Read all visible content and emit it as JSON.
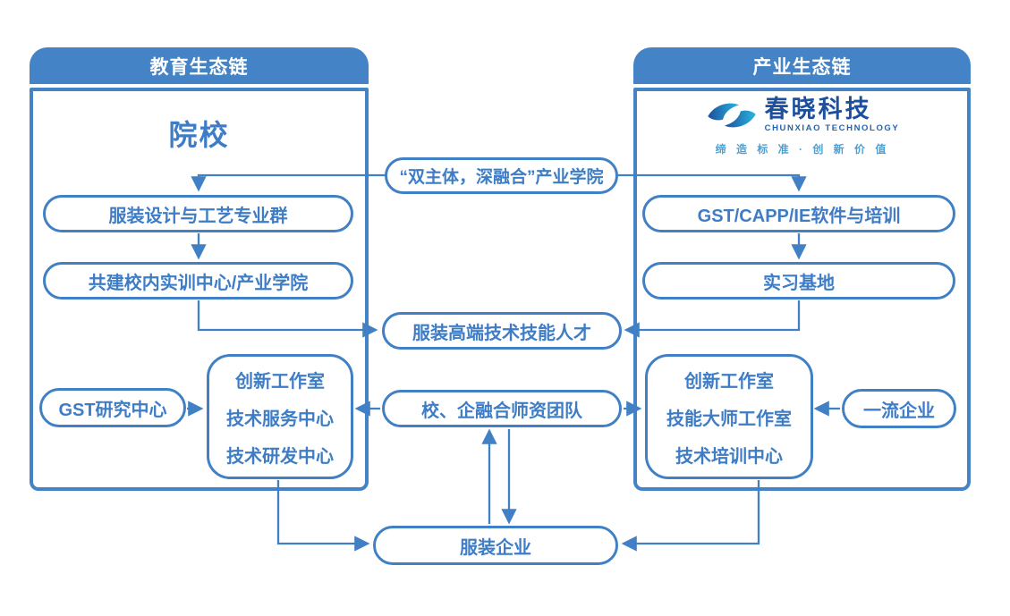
{
  "colors": {
    "primary_blue": "#4383C6",
    "stroke_blue": "#4180C4",
    "text_blue": "#3E7DC6",
    "logo_dark_blue": "#1C4F9E",
    "logo_cyan": "#2BB5DE",
    "logo_en_blue": "#2563AE",
    "slogan_blue": "#4FA0D1"
  },
  "left_panel": {
    "header": "教育生态链",
    "title": "院校",
    "box_major_group": "服装设计与工艺专业群",
    "box_training_center": "共建校内实训中心/产业学院",
    "box_gst_research": "GST研究中心",
    "box_centers": {
      "line1": "创新工作室",
      "line2": "技术服务中心",
      "line3": "技术研发中心"
    }
  },
  "right_panel": {
    "header": "产业生态链",
    "logo": {
      "name": "春晓科技",
      "name_en": "CHUNXIAO TECHNOLOGY",
      "slogan": "缔 造 标 准 · 创 新 价 值"
    },
    "box_software": "GST/CAPP/IE软件与培训",
    "box_internship": "实习基地",
    "box_centers": {
      "line1": "创新工作室",
      "line2": "技能大师工作室",
      "line3": "技术培训中心"
    },
    "box_enterprise": "一流企业"
  },
  "middle": {
    "box_industry_college": "“双主体，深融合”产业学院",
    "box_talents": "服装高端技术技能人才",
    "box_faculty": "校、企融合师资团队",
    "box_garment": "服装企业"
  }
}
